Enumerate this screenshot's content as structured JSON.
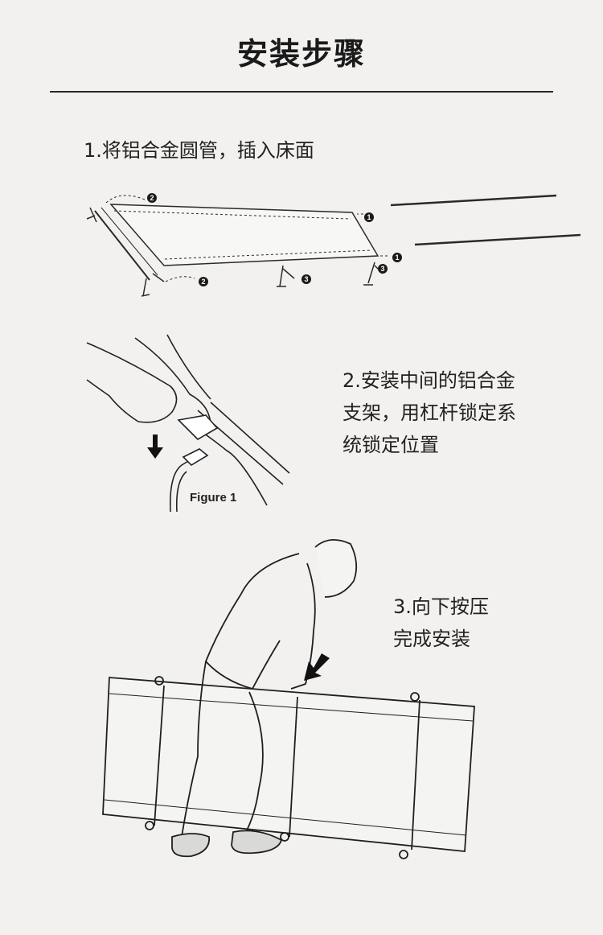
{
  "title": "安装步骤",
  "steps": [
    {
      "lines": [
        "1.将铝合金圆管，插入床面"
      ]
    },
    {
      "lines": [
        "2.安装中间的铝合金",
        "支架，用杠杆锁定系",
        "统锁定位置"
      ]
    },
    {
      "lines": [
        "3.向下按压",
        "完成安装"
      ]
    }
  ],
  "figure_label": "Figure 1",
  "markers": {
    "one": "1",
    "two": "2",
    "three": "3"
  }
}
